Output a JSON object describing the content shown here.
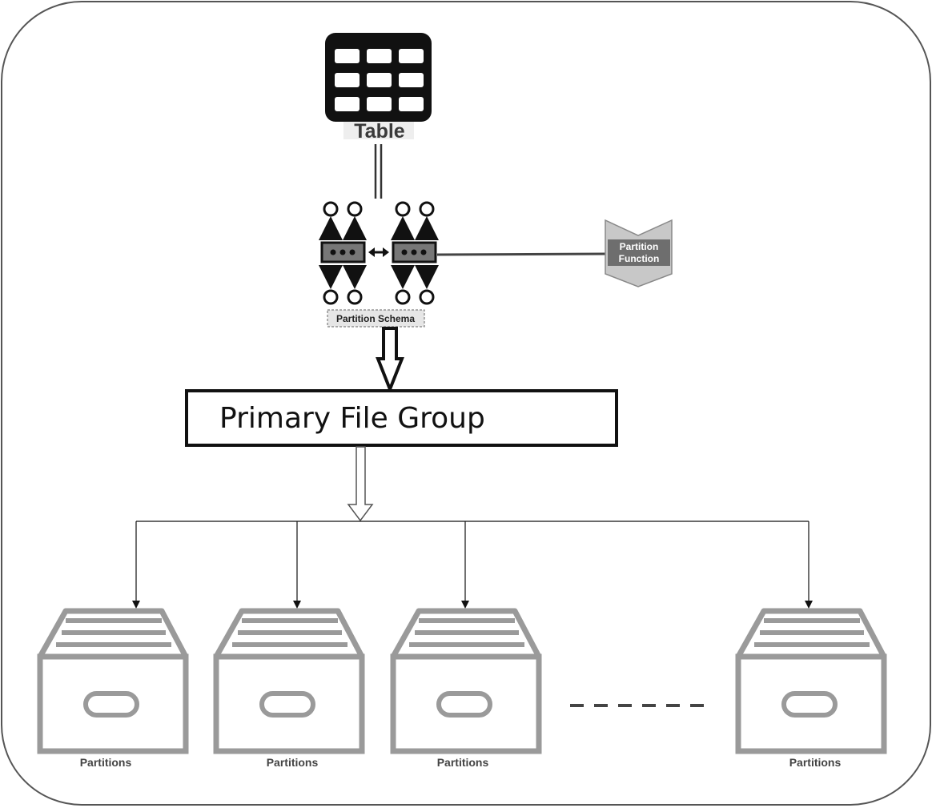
{
  "diagram": {
    "table_label": "Table",
    "schema_label": "Partition Schema",
    "function_label_line1": "Partition",
    "function_label_line2": "Function",
    "filegroup_label": "Primary File Group",
    "partitions": [
      {
        "label": "Partitions"
      },
      {
        "label": "Partitions"
      },
      {
        "label": "Partitions"
      },
      {
        "label": "Partitions"
      }
    ]
  },
  "icons": {
    "table": "table-grid-icon",
    "schema": "partition-schema-icon",
    "function": "partition-function-icon",
    "partition": "file-drawer-icon"
  },
  "colors": {
    "border": "#555555",
    "ink": "#111111",
    "drawer": "#9a9a9a",
    "function_fill": "#c8c8c8",
    "function_label_bg": "#6e6e6e"
  }
}
